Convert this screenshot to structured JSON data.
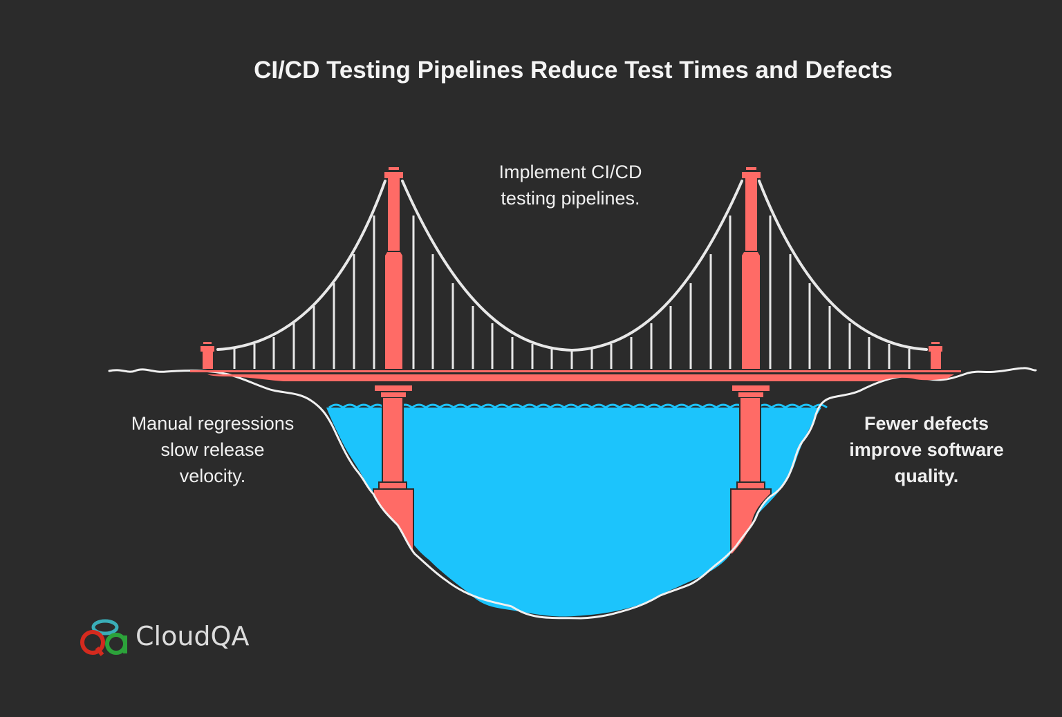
{
  "title": "CI/CD Testing Pipelines Reduce Test Times and Defects",
  "labels": {
    "top": {
      "line1": "Implement CI/CD",
      "line2": "testing pipelines."
    },
    "left": {
      "line1": "Manual regressions",
      "line2": "slow release",
      "line3": "velocity."
    },
    "right": {
      "line1": "Fewer defects",
      "line2": "improve software",
      "line3": "quality."
    }
  },
  "logo": {
    "mark": "Qa",
    "text": "CloudQA"
  },
  "colors": {
    "background": "#2b2b2b",
    "bridge": "#ff6b66",
    "cables": "#e8e8e8",
    "water": "#1cc4fc",
    "text": "#f2f2f2",
    "logo_red": "#d42a1e",
    "logo_green": "#2ca23a",
    "logo_teal": "#3aaeb8"
  }
}
